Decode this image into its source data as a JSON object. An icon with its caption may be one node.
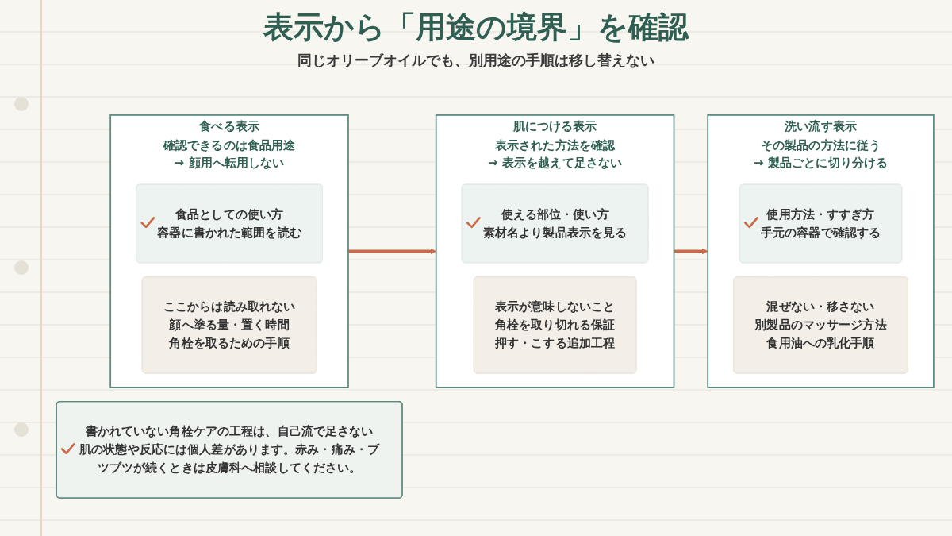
{
  "diagram": {
    "title": "表示から「用途の境界」を確認",
    "nodes": [
      {
        "text": [
          "食べる表示",
          "確認できるのは食品用途",
          "→ 顔用へ転用しない"
        ]
      },
      {
        "text": [
          "食品としての使い方",
          "容器に書かれた範囲を読む"
        ],
        "in": 0
      },
      {
        "text": [
          "ここからは読み取れない",
          "顔へ塗る量・置く時間",
          "角栓を取るための手順"
        ],
        "in": 0
      },
      {
        "text": [
          "肌につける表示",
          "表示された方法を確認",
          "→ 表示を越えて足さない"
        ]
      },
      {
        "text": [
          "使える部位・使い方",
          "素材名より製品表示を見る"
        ],
        "in": 3
      },
      {
        "text": [
          "表示が意味しないこと",
          "角栓を取り切れる保証",
          "押す・こする追加工程"
        ],
        "in": 3
      },
      {
        "text": [
          "洗い流す表示",
          "その製品の方法に従う",
          "→ 製品ごとに切り分ける"
        ]
      },
      {
        "text": [
          "使用方法・すすぎ方",
          "手元の容器で確認する"
        ],
        "in": 6
      },
      {
        "text": [
          "混ぜない・移さない",
          "別製品のマッサージ方法",
          "食用油への乳化手順"
        ],
        "in": 6
      },
      {
        "text": [
          "書かれていない角栓ケアの工程は、自己流で足さない",
          "肌の状態や反応には個人差があります。赤み・痛み・ブツブツが続くときは皮膚科へ相談してください。"
        ]
      }
    ],
    "edges": [
      {
        "from": 0,
        "to": 3,
        "arrow": "to"
      },
      {
        "from": 3,
        "to": 6,
        "arrow": "to"
      }
    ],
    "labels": [
      "同じオリーブオイルでも、別用途の手順は移し替えない"
    ]
  }
}
